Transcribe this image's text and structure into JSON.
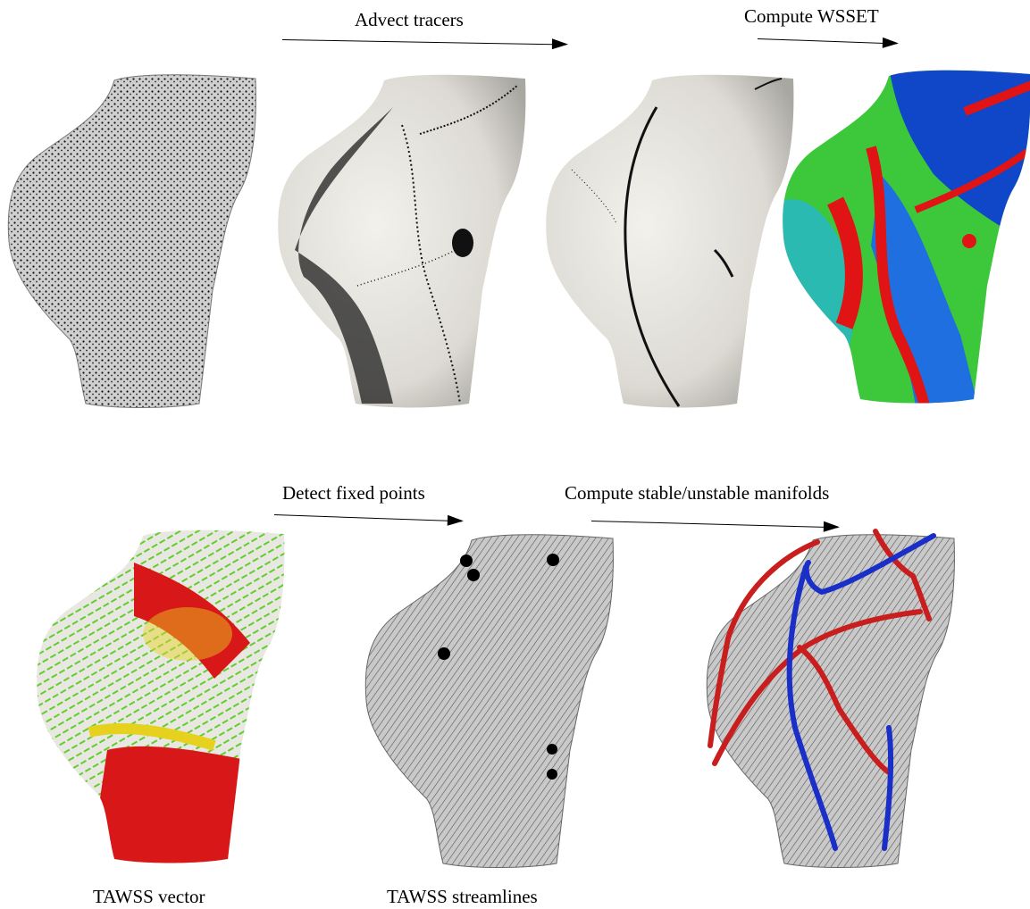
{
  "labels": {
    "advect": "Advect tracers",
    "wsset": "Compute WSSET",
    "fixed_points": "Detect fixed points",
    "manifolds": "Compute stable/unstable manifolds",
    "tawss_vector": "TAWSS vector",
    "tawss_streamlines": "TAWSS streamlines"
  },
  "colors": {
    "surface_light": "#e9e7e1",
    "surface_gray": "#9a9a9a",
    "tracer": "#111111",
    "wsset_blue": "#1046c8",
    "wsset_cyan": "#27b6d0",
    "wsset_green": "#3cc83a",
    "wsset_red": "#e01414",
    "manifold_red": "#c81e1e",
    "manifold_blue": "#1a2ec8",
    "vector_green": "#5fcf2a",
    "vector_red": "#d81818",
    "vector_yellow": "#e6d21e"
  },
  "icons": [
    "vessel-surface-render",
    "arrow-right"
  ]
}
